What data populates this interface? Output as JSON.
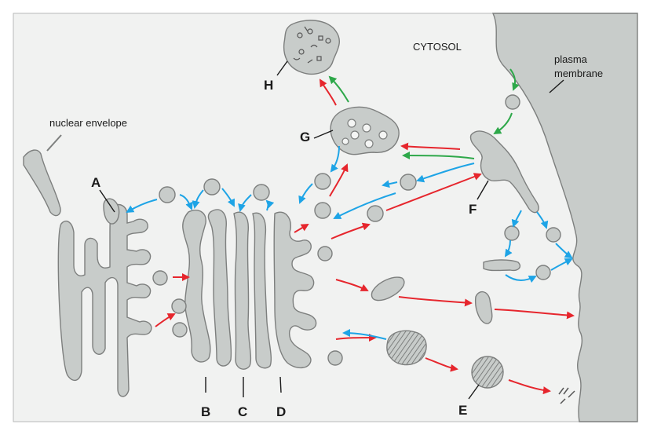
{
  "region_labels": {
    "cytosol": "CYTOSOL",
    "plasma_membrane_1": "plasma",
    "plasma_membrane_2": "membrane",
    "nuclear_envelope": "nuclear envelope"
  },
  "letters": {
    "A": "A",
    "B": "B",
    "C": "C",
    "D": "D",
    "E": "E",
    "F": "F",
    "G": "G",
    "H": "H"
  },
  "colors": {
    "background": "#ffffff",
    "panel": "#f1f2f1",
    "organelle_fill": "#c8ccca",
    "organelle_stroke": "#7d7f7e",
    "red_pathway": "#e6262d",
    "blue_pathway": "#1ea4e6",
    "green_pathway": "#2ea84a"
  }
}
